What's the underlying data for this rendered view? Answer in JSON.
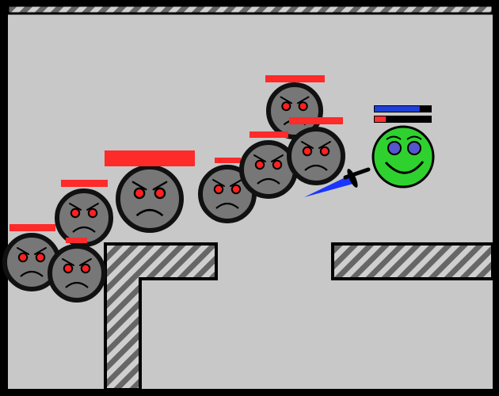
{
  "colors": {
    "background": "#c8c8c8",
    "border": "#000000",
    "wall_stripe_light": "#cfcfcf",
    "wall_stripe_dark": "#666666",
    "enemy_body": "#777777",
    "enemy_outline": "#111111",
    "enemy_eye": "#ff2020",
    "enemy_health": "#ff2a2a",
    "player_body": "#2fd12f",
    "player_eye": "#5555cc",
    "player_mana": "#1e3fd8",
    "player_health": "#ff3030",
    "sword_blade": "#1a35ff",
    "sword_hilt": "#000000"
  },
  "player": {
    "icon": "smiley-face-icon",
    "health_fraction": 0.2,
    "mana_fraction": 0.8
  },
  "weapon": {
    "icon": "sword-icon"
  },
  "enemies": [
    {
      "icon": "angry-face-icon",
      "health_fraction": 1.0
    },
    {
      "icon": "angry-face-icon",
      "health_fraction": 1.0
    },
    {
      "icon": "angry-face-icon",
      "health_fraction": 1.0
    },
    {
      "icon": "angry-face-icon",
      "health_fraction": 1.0
    },
    {
      "icon": "angry-face-icon",
      "health_fraction": 1.0
    },
    {
      "icon": "angry-face-icon",
      "health_fraction": 1.0
    },
    {
      "icon": "angry-face-icon",
      "health_fraction": 1.0
    },
    {
      "icon": "angry-face-icon",
      "health_fraction": 1.0
    }
  ]
}
